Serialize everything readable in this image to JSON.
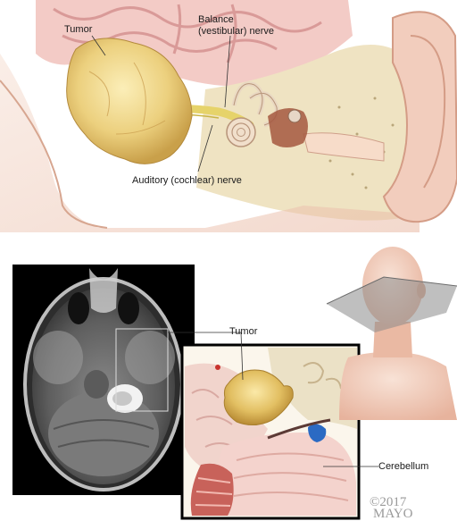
{
  "top_illustration": {
    "labels": {
      "tumor": "Tumor",
      "balance_nerve_line1": "Balance",
      "balance_nerve_line2": "(vestibular) nerve",
      "auditory_nerve": "Auditory (cochlear) nerve"
    }
  },
  "bottom_illustration": {
    "labels": {
      "tumor": "Tumor",
      "cerebellum": "Cerebellum"
    }
  },
  "copyright": {
    "year": "©2017",
    "org": "MAYO"
  },
  "colors": {
    "tumor": "#e8c978",
    "skin": "#f1d3c4",
    "brain_pink": "#f0c6c3",
    "bone": "#efe3c2",
    "mri_bg": "#000000",
    "nerve_yellow": "#e6d36a",
    "cerebellum_pink": "#f3cfc8",
    "blue_vessel": "#2b6ac3"
  }
}
